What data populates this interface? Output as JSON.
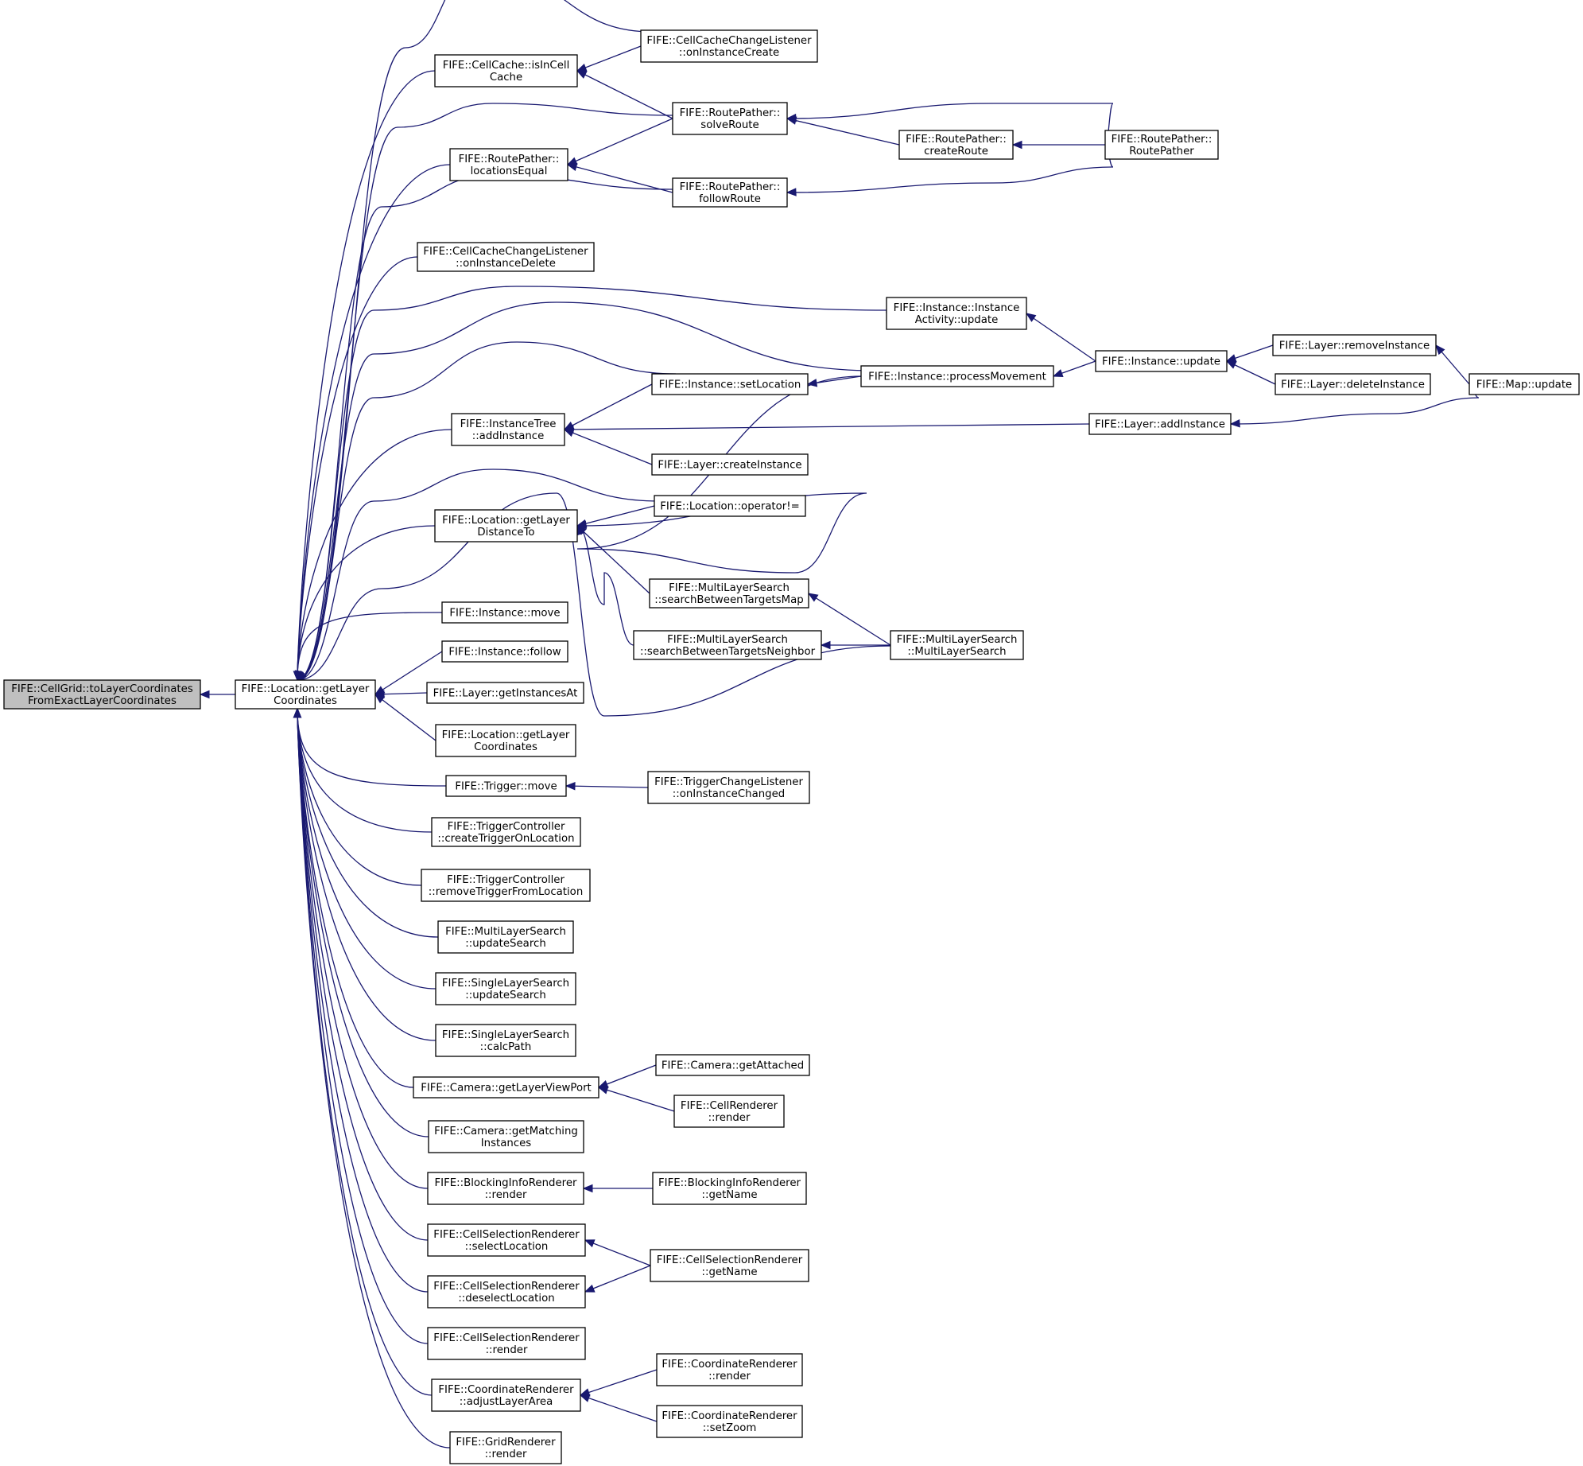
{
  "diagram": {
    "type": "caller-graph",
    "edge_color": "#191970",
    "root_fill": "#bfbfbf",
    "nodes": [
      {
        "id": "root",
        "lines": [
          "FIFE::CellGrid::toLayerCoordinates",
          "FromExactLayerCoordinates"
        ],
        "root": true
      },
      {
        "id": "loc_getlayer",
        "lines": [
          "FIFE::Location::getLayer",
          "Coordinates"
        ]
      },
      {
        "id": "cc_isincell",
        "lines": [
          "FIFE::CellCache::isInCell",
          "Cache"
        ]
      },
      {
        "id": "cccl_create",
        "lines": [
          "FIFE::CellCacheChangeListener",
          "::onInstanceCreate"
        ]
      },
      {
        "id": "rp_solve",
        "lines": [
          "FIFE::RoutePather::",
          "solveRoute"
        ]
      },
      {
        "id": "rp_locequal",
        "lines": [
          "FIFE::RoutePather::",
          "locationsEqual"
        ]
      },
      {
        "id": "rp_create",
        "lines": [
          "FIFE::RoutePather::",
          "createRoute"
        ]
      },
      {
        "id": "rp_ctor",
        "lines": [
          "FIFE::RoutePather::",
          "RoutePather"
        ]
      },
      {
        "id": "rp_follow",
        "lines": [
          "FIFE::RoutePather::",
          "followRoute"
        ]
      },
      {
        "id": "cccl_delete",
        "lines": [
          "FIFE::CellCacheChangeListener",
          "::onInstanceDelete"
        ]
      },
      {
        "id": "inst_activity",
        "lines": [
          "FIFE::Instance::Instance",
          "Activity::update"
        ]
      },
      {
        "id": "inst_update",
        "lines": [
          "FIFE::Instance::update"
        ]
      },
      {
        "id": "layer_remove",
        "lines": [
          "FIFE::Layer::removeInstance"
        ]
      },
      {
        "id": "layer_delete",
        "lines": [
          "FIFE::Layer::deleteInstance"
        ]
      },
      {
        "id": "map_update",
        "lines": [
          "FIFE::Map::update"
        ]
      },
      {
        "id": "inst_procmove",
        "lines": [
          "FIFE::Instance::processMovement"
        ]
      },
      {
        "id": "inst_setloc",
        "lines": [
          "FIFE::Instance::setLocation"
        ]
      },
      {
        "id": "itree_add",
        "lines": [
          "FIFE::InstanceTree",
          "::addInstance"
        ]
      },
      {
        "id": "layer_add",
        "lines": [
          "FIFE::Layer::addInstance"
        ]
      },
      {
        "id": "layer_create",
        "lines": [
          "FIFE::Layer::createInstance"
        ]
      },
      {
        "id": "loc_dist",
        "lines": [
          "FIFE::Location::getLayer",
          "DistanceTo"
        ]
      },
      {
        "id": "loc_neq",
        "lines": [
          "FIFE::Location::operator!="
        ]
      },
      {
        "id": "mls_map",
        "lines": [
          "FIFE::MultiLayerSearch",
          "::searchBetweenTargetsMap"
        ]
      },
      {
        "id": "mls_neigh",
        "lines": [
          "FIFE::MultiLayerSearch",
          "::searchBetweenTargetsNeighbor"
        ]
      },
      {
        "id": "mls_ctor",
        "lines": [
          "FIFE::MultiLayerSearch",
          "::MultiLayerSearch"
        ]
      },
      {
        "id": "inst_move",
        "lines": [
          "FIFE::Instance::move"
        ]
      },
      {
        "id": "inst_follow",
        "lines": [
          "FIFE::Instance::follow"
        ]
      },
      {
        "id": "layer_getat",
        "lines": [
          "FIFE::Layer::getInstancesAt"
        ]
      },
      {
        "id": "loc_getlayer2",
        "lines": [
          "FIFE::Location::getLayer",
          "Coordinates"
        ]
      },
      {
        "id": "trig_move",
        "lines": [
          "FIFE::Trigger::move"
        ]
      },
      {
        "id": "tcl_changed",
        "lines": [
          "FIFE::TriggerChangeListener",
          "::onInstanceChanged"
        ]
      },
      {
        "id": "tc_create",
        "lines": [
          "FIFE::TriggerController",
          "::createTriggerOnLocation"
        ]
      },
      {
        "id": "tc_remove",
        "lines": [
          "FIFE::TriggerController",
          "::removeTriggerFromLocation"
        ]
      },
      {
        "id": "mls_update",
        "lines": [
          "FIFE::MultiLayerSearch",
          "::updateSearch"
        ]
      },
      {
        "id": "sls_update",
        "lines": [
          "FIFE::SingleLayerSearch",
          "::updateSearch"
        ]
      },
      {
        "id": "sls_calc",
        "lines": [
          "FIFE::SingleLayerSearch",
          "::calcPath"
        ]
      },
      {
        "id": "cam_viewport",
        "lines": [
          "FIFE::Camera::getLayerViewPort"
        ]
      },
      {
        "id": "cam_attached",
        "lines": [
          "FIFE::Camera::getAttached"
        ]
      },
      {
        "id": "cellr_render",
        "lines": [
          "FIFE::CellRenderer",
          "::render"
        ]
      },
      {
        "id": "cam_matching",
        "lines": [
          "FIFE::Camera::getMatching",
          "Instances"
        ]
      },
      {
        "id": "bir_render",
        "lines": [
          "FIFE::BlockingInfoRenderer",
          "::render"
        ]
      },
      {
        "id": "bir_name",
        "lines": [
          "FIFE::BlockingInfoRenderer",
          "::getName"
        ]
      },
      {
        "id": "csr_select",
        "lines": [
          "FIFE::CellSelectionRenderer",
          "::selectLocation"
        ]
      },
      {
        "id": "csr_name",
        "lines": [
          "FIFE::CellSelectionRenderer",
          "::getName"
        ]
      },
      {
        "id": "csr_deselect",
        "lines": [
          "FIFE::CellSelectionRenderer",
          "::deselectLocation"
        ]
      },
      {
        "id": "csr_render",
        "lines": [
          "FIFE::CellSelectionRenderer",
          "::render"
        ]
      },
      {
        "id": "cr_adjust",
        "lines": [
          "FIFE::CoordinateRenderer",
          "::adjustLayerArea"
        ]
      },
      {
        "id": "cr_render",
        "lines": [
          "FIFE::CoordinateRenderer",
          "::render"
        ]
      },
      {
        "id": "cr_zoom",
        "lines": [
          "FIFE::CoordinateRenderer",
          "::setZoom"
        ]
      },
      {
        "id": "gr_render",
        "lines": [
          "FIFE::GridRenderer",
          "::render"
        ]
      }
    ],
    "edges": [
      [
        "loc_getlayer",
        "root"
      ],
      [
        "cc_isincell",
        "loc_getlayer"
      ],
      [
        "cccl_create",
        "loc_getlayer"
      ],
      [
        "rp_solve",
        "loc_getlayer"
      ],
      [
        "rp_locequal",
        "loc_getlayer"
      ],
      [
        "rp_follow",
        "loc_getlayer"
      ],
      [
        "cccl_delete",
        "loc_getlayer"
      ],
      [
        "inst_activity",
        "loc_getlayer"
      ],
      [
        "inst_procmove",
        "loc_getlayer"
      ],
      [
        "inst_setloc",
        "loc_getlayer"
      ],
      [
        "itree_add",
        "loc_getlayer"
      ],
      [
        "loc_neq",
        "loc_getlayer"
      ],
      [
        "loc_dist",
        "loc_getlayer"
      ],
      [
        "mls_ctor",
        "loc_getlayer"
      ],
      [
        "inst_move",
        "loc_getlayer"
      ],
      [
        "inst_follow",
        "loc_getlayer"
      ],
      [
        "layer_getat",
        "loc_getlayer"
      ],
      [
        "loc_getlayer2",
        "loc_getlayer"
      ],
      [
        "trig_move",
        "loc_getlayer"
      ],
      [
        "tc_create",
        "loc_getlayer"
      ],
      [
        "tc_remove",
        "loc_getlayer"
      ],
      [
        "mls_update",
        "loc_getlayer"
      ],
      [
        "sls_update",
        "loc_getlayer"
      ],
      [
        "sls_calc",
        "loc_getlayer"
      ],
      [
        "cam_viewport",
        "loc_getlayer"
      ],
      [
        "cam_matching",
        "loc_getlayer"
      ],
      [
        "bir_render",
        "loc_getlayer"
      ],
      [
        "csr_select",
        "loc_getlayer"
      ],
      [
        "csr_deselect",
        "loc_getlayer"
      ],
      [
        "csr_render",
        "loc_getlayer"
      ],
      [
        "cr_adjust",
        "loc_getlayer"
      ],
      [
        "gr_render",
        "loc_getlayer"
      ],
      [
        "cccl_create",
        "cc_isincell"
      ],
      [
        "rp_solve",
        "cc_isincell"
      ],
      [
        "rp_solve",
        "rp_locequal"
      ],
      [
        "rp_follow",
        "rp_locequal"
      ],
      [
        "rp_create",
        "rp_solve"
      ],
      [
        "rp_ctor",
        "rp_solve"
      ],
      [
        "rp_ctor",
        "rp_create"
      ],
      [
        "rp_ctor",
        "rp_follow"
      ],
      [
        "inst_update",
        "inst_activity"
      ],
      [
        "inst_update",
        "inst_procmove"
      ],
      [
        "layer_remove",
        "inst_update"
      ],
      [
        "layer_delete",
        "inst_update"
      ],
      [
        "map_update",
        "layer_remove"
      ],
      [
        "map_update",
        "layer_add"
      ],
      [
        "inst_procmove",
        "inst_setloc"
      ],
      [
        "inst_setloc",
        "itree_add"
      ],
      [
        "layer_add",
        "itree_add"
      ],
      [
        "layer_create",
        "itree_add"
      ],
      [
        "loc_neq",
        "loc_dist"
      ],
      [
        "inst_procmove",
        "loc_dist"
      ],
      [
        "mls_map",
        "loc_dist"
      ],
      [
        "mls_neigh",
        "loc_dist"
      ],
      [
        "mls_ctor",
        "mls_map"
      ],
      [
        "mls_ctor",
        "mls_neigh"
      ],
      [
        "tcl_changed",
        "trig_move"
      ],
      [
        "cam_attached",
        "cam_viewport"
      ],
      [
        "cellr_render",
        "cam_viewport"
      ],
      [
        "bir_name",
        "bir_render"
      ],
      [
        "csr_name",
        "csr_select"
      ],
      [
        "csr_name",
        "csr_deselect"
      ],
      [
        "cr_render",
        "cr_adjust"
      ],
      [
        "cr_zoom",
        "cr_adjust"
      ]
    ]
  }
}
